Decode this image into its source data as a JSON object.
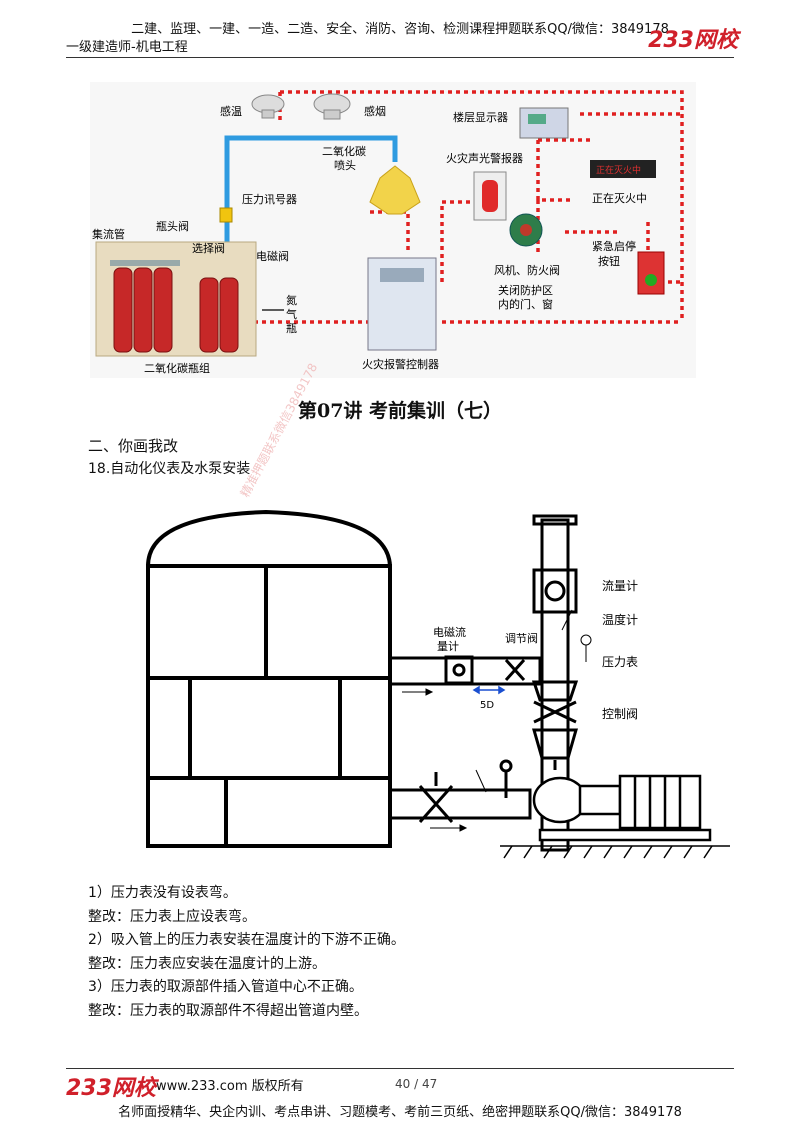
{
  "header": {
    "line1": "二建、监理、一建、一造、二造、安全、消防、咨询、检测课程押题联系QQ/微信：3849178",
    "line2": "一级建造师-机电工程",
    "logo": "233网校"
  },
  "fig1": {
    "labels": {
      "heat": "感温",
      "smoke": "感烟",
      "floor_display": "楼层显示器",
      "co2_nozzle_1": "二氧化碳",
      "co2_nozzle_2": "喷头",
      "alarm": "火灾声光警报器",
      "extinguishing_1": "正在灭火中",
      "extinguishing_2": "正在灭火中",
      "pressure_switch": "压力讯号器",
      "manifold": "集流管",
      "bottle_valve": "瓶头阀",
      "selector_valve": "选择阀",
      "solenoid": "电磁阀",
      "nitrogen_1": "氮",
      "nitrogen_2": "气",
      "nitrogen_3": "瓶",
      "fan_damper": "风机、防火阀",
      "close_doors_1": "关闭防护区",
      "close_doors_2": "内的门、窗",
      "emergency_1": "紧急启停",
      "emergency_2": "按钮",
      "bottle_group": "二氧化碳瓶组",
      "controller": "火灾报警控制器"
    }
  },
  "title": "第07讲 考前集训（七）",
  "section": "二、你画我改",
  "item": "18.自动化仪表及水泵安装",
  "fig2": {
    "labels": {
      "flowmeter_em_1": "电磁流",
      "flowmeter_em_2": "量计",
      "reg_valve": "调节阀",
      "flowmeter": "流量计",
      "thermometer": "温度计",
      "pressure": "压力表",
      "control_valve": "控制阀",
      "dist": "5D"
    }
  },
  "body": [
    "1）压力表没有设表弯。",
    "整改：压力表上应设表弯。",
    "2）吸入管上的压力表安装在温度计的下游不正确。",
    "整改：压力表应安装在温度计的上游。",
    "3）压力表的取源部件插入管道中心不正确。",
    "整改：压力表的取源部件不得超出管道内壁。"
  ],
  "watermark": "精准押题联系微信3849178",
  "footer": {
    "logo": "233网校",
    "copyright": "www.233.com 版权所有",
    "page": "40 / 47",
    "bottom": "名师面授精华、央企内训、考点串讲、习题模考、考前三页纸、绝密押题联系QQ/微信：3849178"
  }
}
